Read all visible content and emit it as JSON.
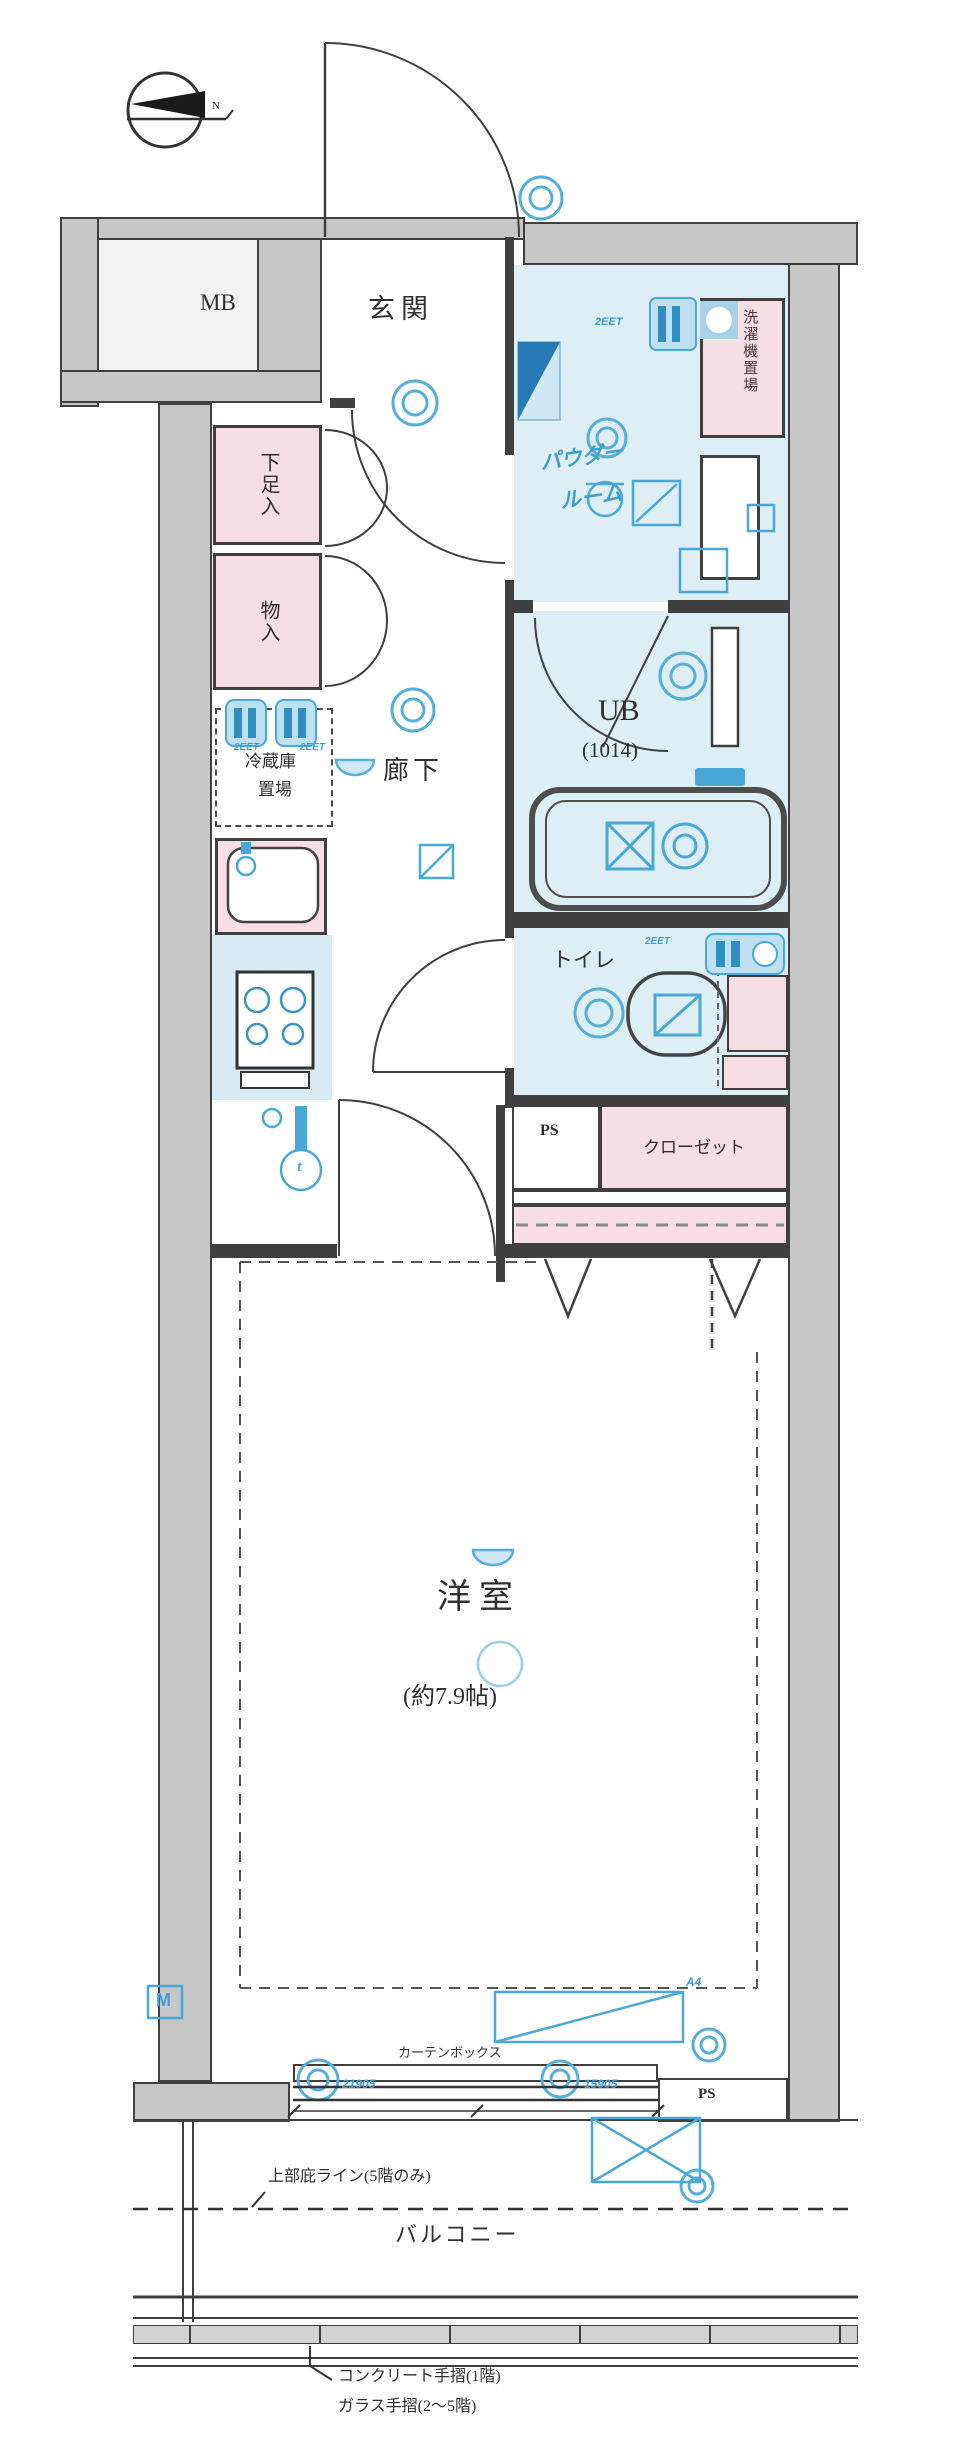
{
  "compass": {
    "label": "N"
  },
  "rooms": {
    "mb": "MB",
    "genkan": "玄関",
    "powder_line1": "パウダー",
    "powder_line2": "ルーム",
    "hallway": "廊下",
    "ub": "UB",
    "ub_size": "(1014)",
    "toilet": "トイレ",
    "western_room": "洋室",
    "western_room_size": "(約7.9帖)"
  },
  "storage": {
    "shoe_box": "下足入",
    "small_closet": "物入",
    "fridge_space_line1": "冷蔵庫",
    "fridge_space_line2": "置場",
    "washer_space": "洗濯機置場",
    "closet": "クローゼット",
    "ps_upper": "PS",
    "ps_lower": "PS"
  },
  "window": {
    "curtain_box": "カーテンボックス",
    "dim_left": "21905",
    "dim_right": "15905"
  },
  "balcony": {
    "label": "バルコニー",
    "eave_note": "上部庇ライン(5階のみ)",
    "rail_note_line1": "コンクリート手摺(1階)",
    "rail_note_line2": "ガラス手摺(2〜5階)"
  },
  "annotations": {
    "outlet_powder": "2EET",
    "outlet_fridge_left": "2EET",
    "outlet_fridge_right": "2EET",
    "outlet_toilet": "2EET",
    "ac_mark": "A4",
    "meter_mark": "M",
    "valve_mark": "t"
  },
  "colors": {
    "wall_gray": "#c7c7c7",
    "room_blue": "#ddeef5",
    "storage_pink": "#f7dde4",
    "annotation_blue": "#4aa8d9",
    "line_dark": "#3f3f3f"
  }
}
